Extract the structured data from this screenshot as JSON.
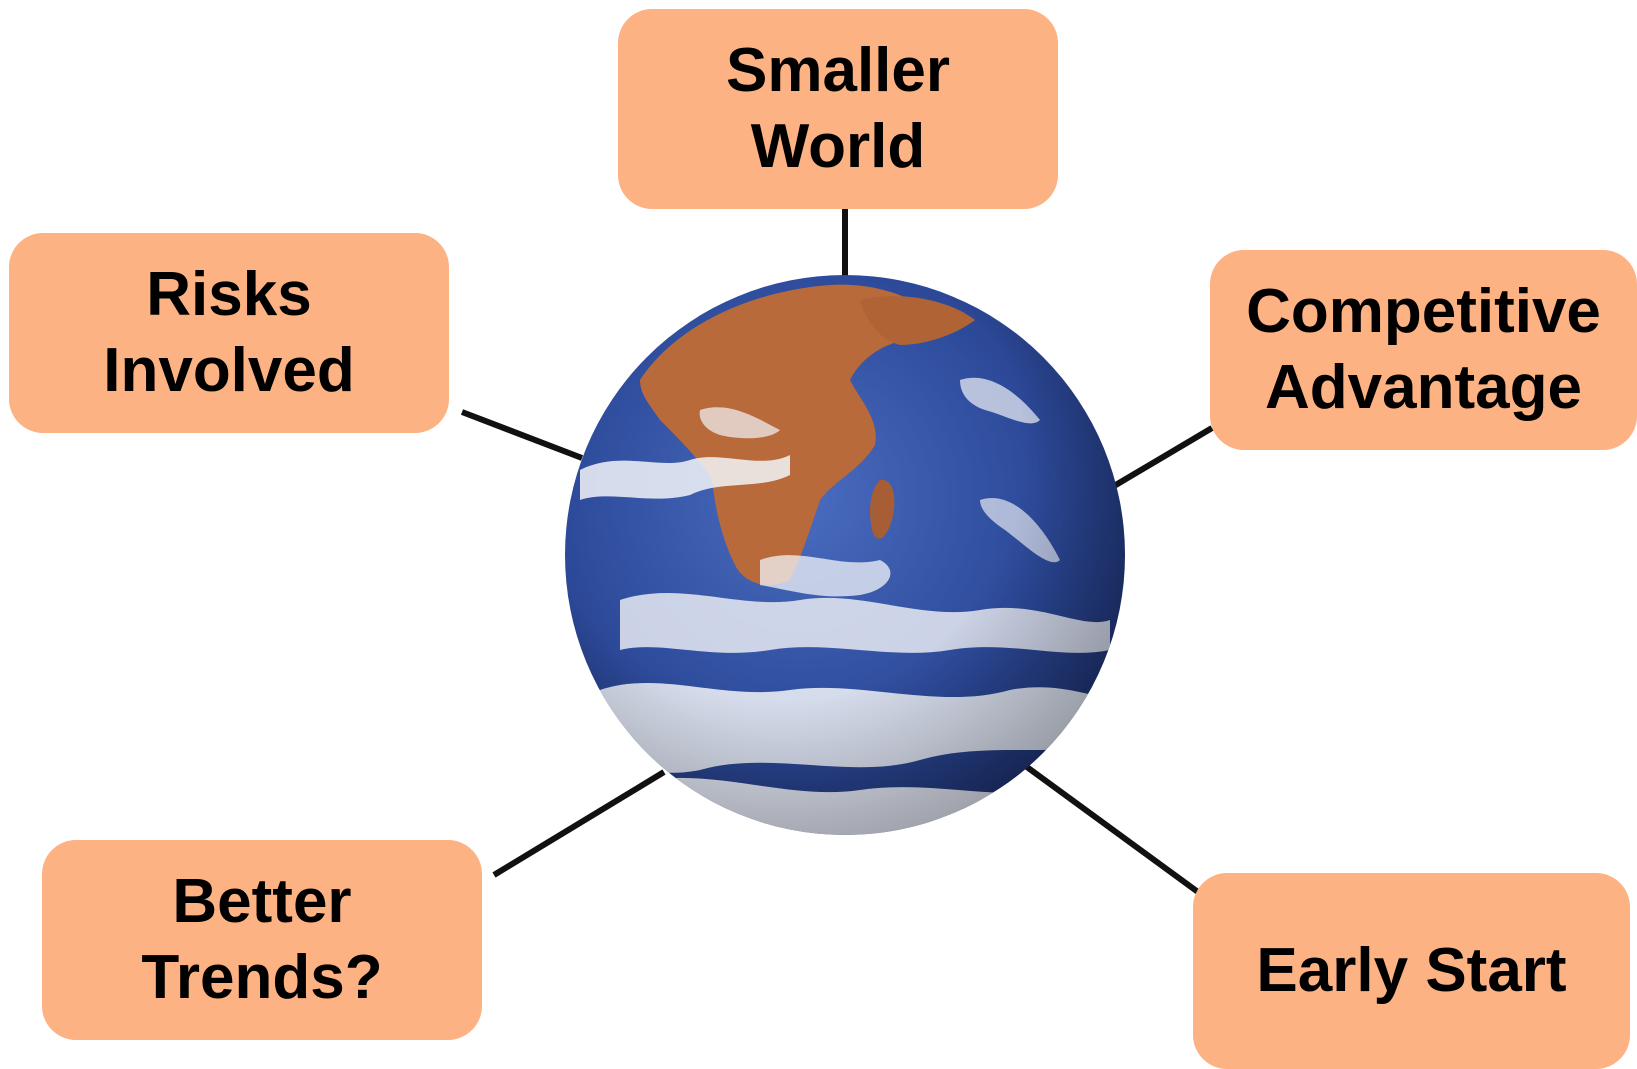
{
  "diagram": {
    "center": {
      "icon": "earth-globe-icon"
    },
    "nodes": [
      {
        "id": "smaller-world",
        "label": "Smaller\nWorld"
      },
      {
        "id": "risks-involved",
        "label": "Risks\nInvolved"
      },
      {
        "id": "competitive-advantage",
        "label": "Competitive\nAdvantage"
      },
      {
        "id": "better-trends",
        "label": "Better\nTrends?"
      },
      {
        "id": "early-start",
        "label": "Early Start"
      }
    ]
  },
  "colors": {
    "node_fill": "#fdb283",
    "connector": "#111111",
    "ocean": "#2f4fa0",
    "land": "#b86a3a",
    "cloud": "#f2f4f8"
  }
}
